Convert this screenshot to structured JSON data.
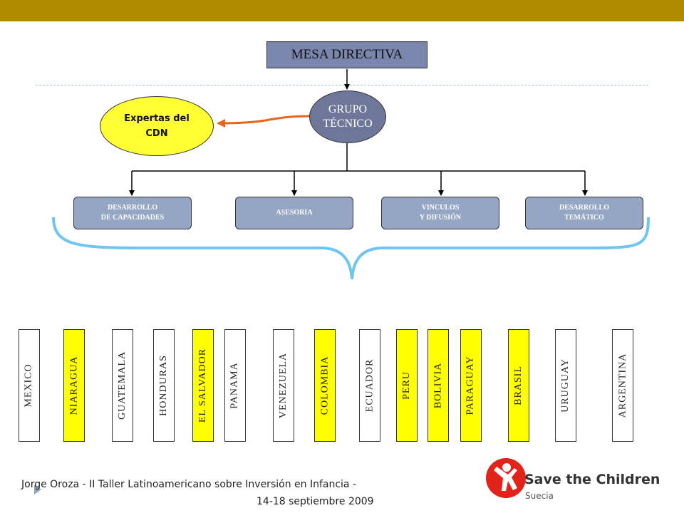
{
  "diagram": {
    "mesa_directiva": "MESA DIRECTIVA",
    "grupo_tecnico": [
      "GRUPO",
      "TÉCNICO"
    ],
    "expertas": [
      "Expertas del",
      "CDN"
    ],
    "branches": [
      {
        "line1": "DESARROLLO",
        "line2": "DE CAPACIDADES"
      },
      {
        "line1": "ASESORIA",
        "line2": ""
      },
      {
        "line1": "VINCULOS",
        "line2": "Y DIFUSIÓN"
      },
      {
        "line1": "DESARROLLO",
        "line2": "TEMÁTICO"
      }
    ],
    "countries": [
      {
        "name": "MEXICO",
        "highlight": false
      },
      {
        "name": "NIARAGUA",
        "highlight": true
      },
      {
        "name": "GUATEMALA",
        "highlight": false
      },
      {
        "name": "HONDURAS",
        "highlight": false
      },
      {
        "name": "EL SALVADOR",
        "highlight": true
      },
      {
        "name": "PANAMA",
        "highlight": false
      },
      {
        "name": "VENEZUELA",
        "highlight": false
      },
      {
        "name": "COLOMBIA",
        "highlight": true
      },
      {
        "name": "ECUADOR",
        "highlight": false
      },
      {
        "name": "PERU",
        "highlight": true
      },
      {
        "name": "BOLIVIA",
        "highlight": true
      },
      {
        "name": "PARAGUAY",
        "highlight": true
      },
      {
        "name": "BRASIL",
        "highlight": true
      },
      {
        "name": "URUGUAY",
        "highlight": false
      },
      {
        "name": "ARGENTINA",
        "highlight": false
      }
    ]
  },
  "footer": {
    "line1": "Jorge Oroza - II Taller Latinoamericano sobre Inversión en Infancia -",
    "line2": "14-18 septiembre 2009"
  },
  "logo": {
    "name": "Save the Children",
    "sub": "Suecia"
  },
  "colors": {
    "topbar": "#b08a00",
    "highlight": "#ffff00",
    "brace": "#6ec6f0",
    "arrow_orange": "#e8661c",
    "logo_red": "#e2231a"
  }
}
